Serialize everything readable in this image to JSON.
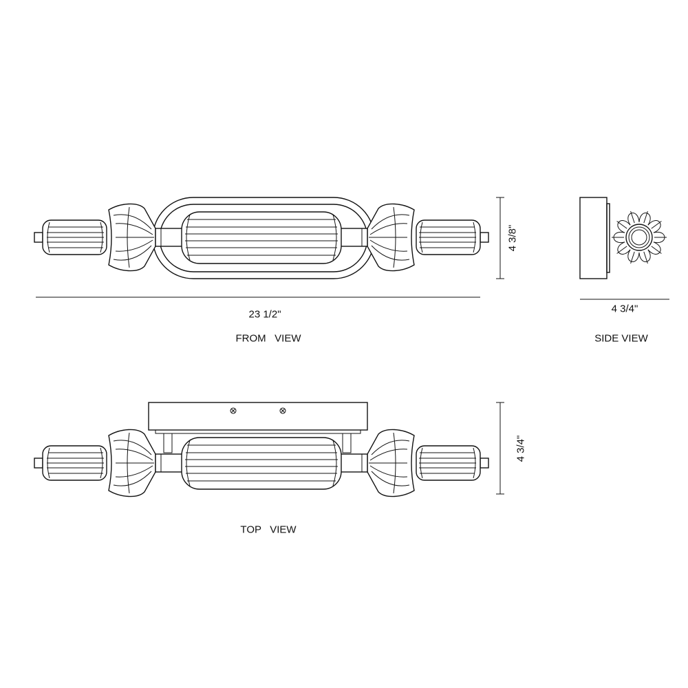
{
  "front_view": {
    "title": "FROM   VIEW",
    "width_dim": "23 1/2\"",
    "height_dim": "4 3/8\""
  },
  "side_view": {
    "title": "SIDE VIEW",
    "depth_dim": "4 3/4\""
  },
  "top_view": {
    "title": "TOP   VIEW",
    "height_dim": "4 3/4\""
  },
  "colors": {
    "line": "#111111",
    "background": "#ffffff"
  }
}
